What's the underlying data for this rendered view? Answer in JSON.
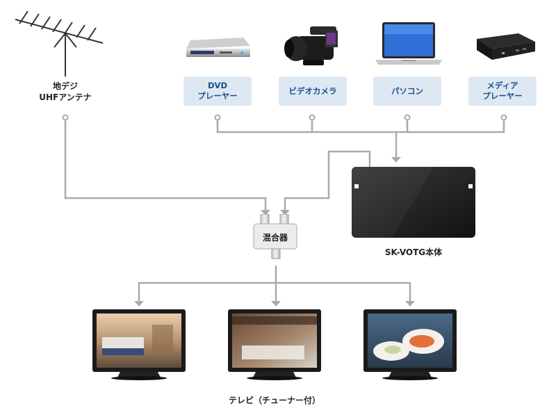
{
  "antenna": {
    "line1": "地デジ",
    "line2": "UHFアンテナ"
  },
  "sources": [
    {
      "line1": "DVD",
      "line2": "プレーヤー",
      "icon": "dvd-player-icon"
    },
    {
      "line1": "ビデオカメラ",
      "line2": "",
      "icon": "video-camera-icon"
    },
    {
      "line1": "パソコン",
      "line2": "",
      "icon": "laptop-icon"
    },
    {
      "line1": "メディア",
      "line2": "プレーヤー",
      "icon": "media-player-icon"
    }
  ],
  "main_unit": {
    "label": "SK-VOTG本体"
  },
  "mixer": {
    "label": "混合器"
  },
  "tv": {
    "label": "テレビ（チューナー付）"
  },
  "colors": {
    "wire": "#aaaaaa",
    "box_bg": "#dde8f3",
    "box_text": "#1b4d89"
  }
}
